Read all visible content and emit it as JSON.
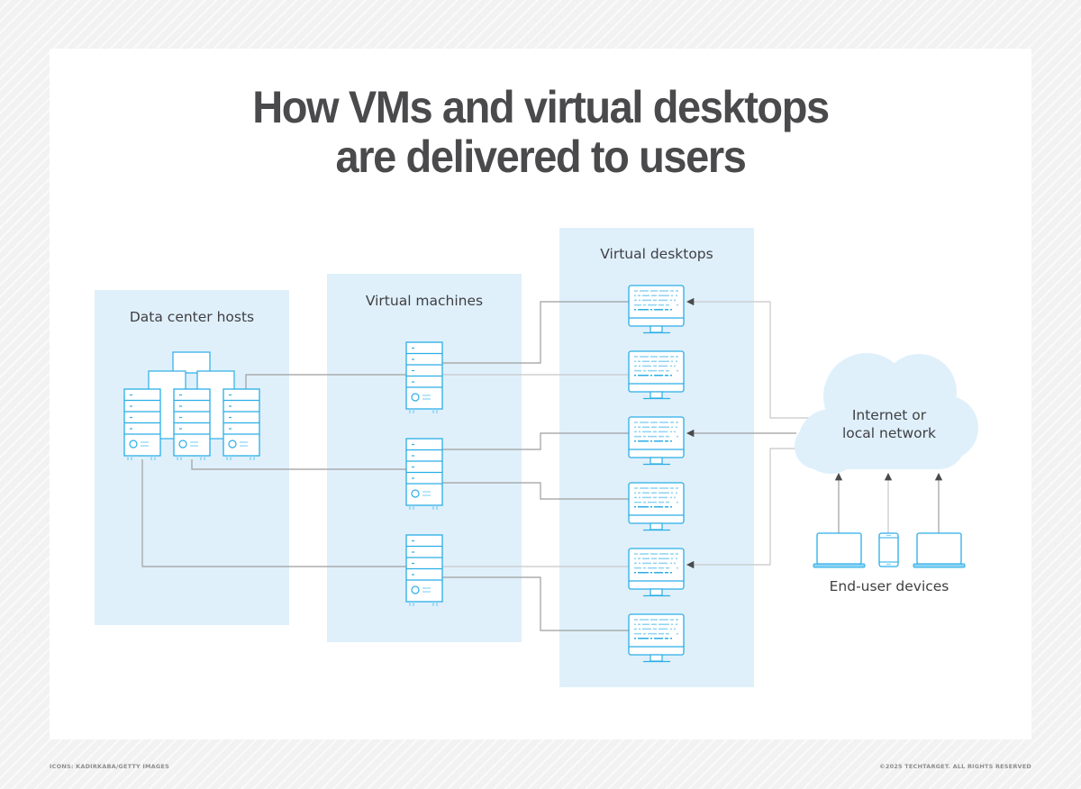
{
  "title": {
    "line1": "How VMs and virtual desktops",
    "line2": "are delivered to users"
  },
  "columns": {
    "hosts": {
      "label": "Data center hosts",
      "count": 3
    },
    "vms": {
      "label": "Virtual machines",
      "count": 3
    },
    "desktops": {
      "label": "Virtual desktops",
      "count": 6
    }
  },
  "network": {
    "line1": "Internet or",
    "line2": "local network"
  },
  "devices": {
    "label": "End-user devices",
    "items": [
      "laptop",
      "smartphone",
      "laptop"
    ]
  },
  "connections": {
    "host_to_vm": [
      {
        "host": 3,
        "vm": 1
      },
      {
        "host": 2,
        "vm": 2
      },
      {
        "host": 1,
        "vm": 3
      }
    ],
    "vm_to_desktop": [
      {
        "vm": 1,
        "desktop": 1
      },
      {
        "vm": 1,
        "desktop": 2
      },
      {
        "vm": 2,
        "desktop": 3
      },
      {
        "vm": 2,
        "desktop": 4
      },
      {
        "vm": 3,
        "desktop": 5
      },
      {
        "vm": 3,
        "desktop": 6
      }
    ],
    "network_to_desktop": [
      1,
      3,
      5
    ]
  },
  "colors": {
    "icon_stroke": "#2aaee6",
    "icon_light": "#8dd3f4",
    "panel_bg": "#dff0fb",
    "line": "#9e9e9e",
    "line_light": "#c8c8c8",
    "arrow": "#4a4a4c",
    "title": "#4a4a4c",
    "cloud": "#dff0fb"
  },
  "credits": {
    "left": "ICONS: KADIRKABA/GETTY IMAGES",
    "right": "©2025 TECHTARGET. ALL RIGHTS RESERVED"
  }
}
